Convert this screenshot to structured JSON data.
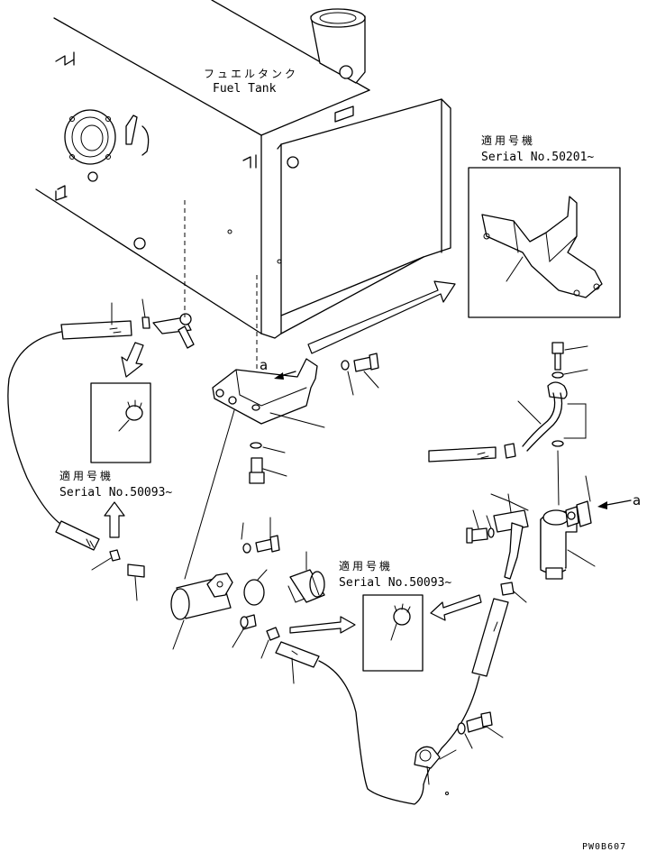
{
  "tank": {
    "jp": "フュエルタンク",
    "en": "Fuel Tank"
  },
  "inset_top": {
    "jp": "適用号機",
    "serial": "Serial No.50201~"
  },
  "inset_left": {
    "jp": "適用号機",
    "serial": "Serial No.50093~"
  },
  "inset_mid": {
    "jp": "適用号機",
    "serial": "Serial No.50093~"
  },
  "ref_a_left": "a",
  "ref_a_right": "a",
  "drawing_code": "PW0B607"
}
